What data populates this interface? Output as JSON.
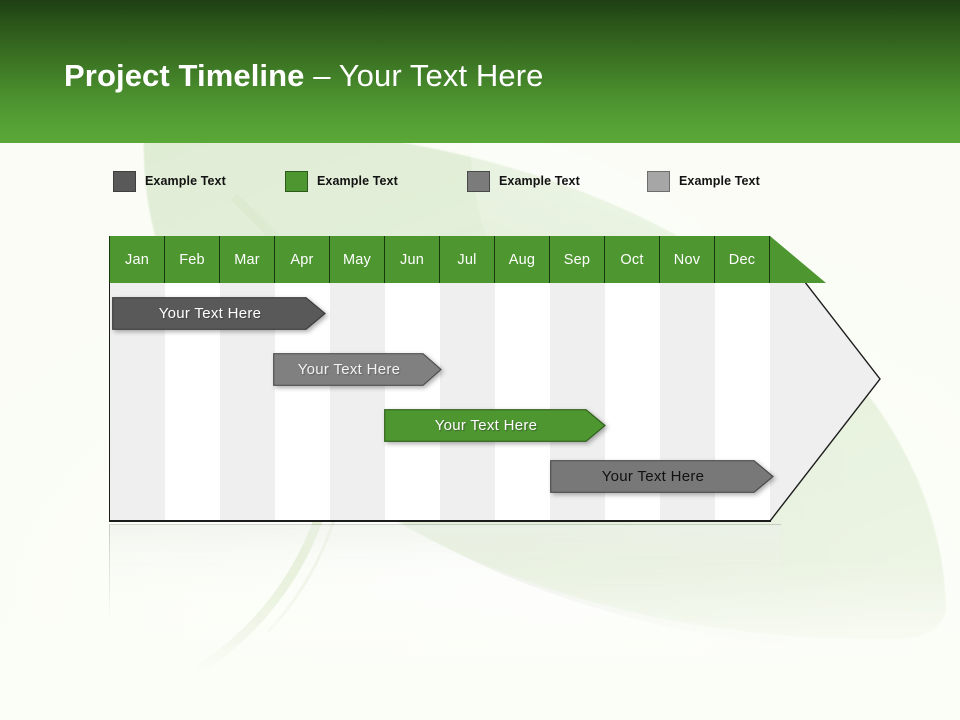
{
  "header": {
    "title_bold": "Project Timeline",
    "title_sep": " – ",
    "title_regular": "Your Text Here",
    "background_top_color": "#1e3f14",
    "background_bottom_color": "#5aa838"
  },
  "legend": {
    "items": [
      {
        "label": "Example Text",
        "color": "#595959",
        "border": "#3f3f3f",
        "x": 113
      },
      {
        "label": "Example Text",
        "color": "#4d9630",
        "border": "#2d5a1c",
        "x": 285
      },
      {
        "label": "Example Text",
        "color": "#7b7b7b",
        "border": "#4a4a4a",
        "x": 467
      },
      {
        "label": "Example Text",
        "color": "#a6a6a6",
        "border": "#6e6e6e",
        "x": 647
      }
    ]
  },
  "chart_data": {
    "type": "bar",
    "title": "Project Timeline – Your Text Here",
    "xlabel": "",
    "ylabel": "",
    "categories": [
      "Jan",
      "Feb",
      "Mar",
      "Apr",
      "May",
      "Jun",
      "Jul",
      "Aug",
      "Sep",
      "Oct",
      "Nov",
      "Dec"
    ],
    "column_shading": [
      "shade",
      "plain",
      "shade",
      "plain",
      "shade",
      "plain",
      "shade",
      "plain",
      "shade",
      "plain",
      "shade",
      "plain"
    ],
    "header_fill": "#4d9630",
    "header_text_color": "#ffffff",
    "grid_shade_color": "#efefef",
    "grid_plain_color": "#ffffff",
    "series": [
      {
        "name": "Example Text",
        "label": "Your  Text Here",
        "start_month": "Jan",
        "end_month": "Apr",
        "start": 0.06,
        "end": 3.95,
        "row": 1,
        "fill": "#595959",
        "stroke": "#3c3c3c",
        "text_style": "light"
      },
      {
        "name": "Example Text",
        "label": "Your  Text Here",
        "start_month": "Apr",
        "end_month": "Jul",
        "start": 2.98,
        "end": 5.95,
        "row": 2,
        "fill": "#808080",
        "stroke": "#4f4f4f",
        "text_style": "lighter"
      },
      {
        "name": "Example Text",
        "label": "Your  Text Here",
        "start_month": "Jun",
        "end_month": "Oct",
        "start": 4.99,
        "end": 8.93,
        "row": 3,
        "fill": "#4d9630",
        "stroke": "#2f6019",
        "text_style": "light"
      },
      {
        "name": "Example Text",
        "label": "Your  Text Here",
        "start_month": "Sep",
        "end_month": "Dec",
        "start": 8.0,
        "end": 12.0,
        "row": 4,
        "fill": "#787878",
        "stroke": "#4a4a4a",
        "text_style": "dark"
      }
    ],
    "arrow_tip": {
      "x_start": 661,
      "x_point": 771,
      "point_y_ratio": 0.5
    },
    "legend_position": "top"
  }
}
